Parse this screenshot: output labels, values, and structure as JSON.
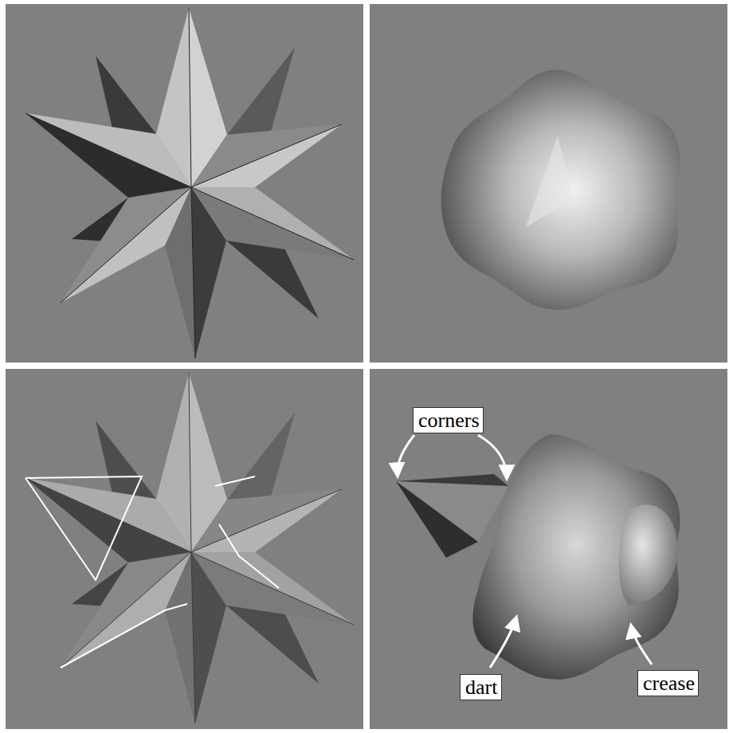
{
  "diagram": {
    "nodes": [
      {
        "text": [
          "corners"
        ]
      },
      {
        "text": [
          "dart"
        ]
      },
      {
        "text": [
          "crease"
        ]
      }
    ]
  }
}
